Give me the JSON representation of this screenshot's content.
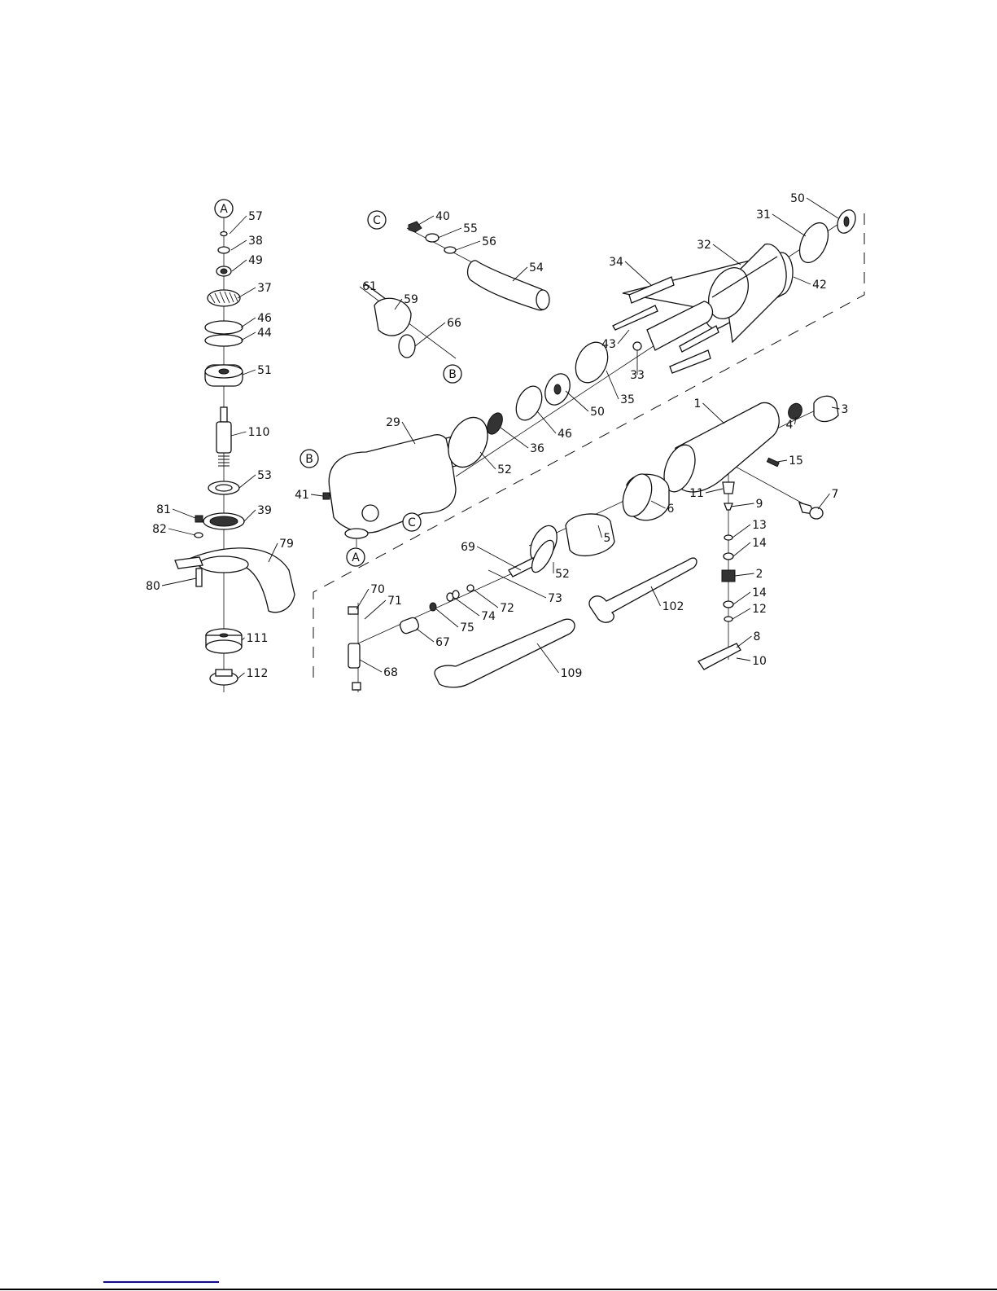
{
  "diagram": {
    "title": "Angle grinder exploded parts view",
    "callouts": [
      "A",
      "B",
      "C",
      "B",
      "C",
      "A"
    ],
    "labels": [
      "57",
      "38",
      "49",
      "37",
      "46",
      "44",
      "51",
      "110",
      "53",
      "39",
      "79",
      "81",
      "82",
      "80",
      "111",
      "112",
      "40",
      "55",
      "56",
      "54",
      "61",
      "59",
      "66",
      "50",
      "31",
      "32",
      "34",
      "42",
      "43",
      "33",
      "35",
      "50",
      "46",
      "36",
      "52",
      "29",
      "41",
      "1",
      "3",
      "4",
      "15",
      "7",
      "6",
      "5",
      "11",
      "9",
      "13",
      "14",
      "2",
      "14",
      "12",
      "8",
      "10",
      "102",
      "109",
      "69",
      "52",
      "73",
      "72",
      "74",
      "75",
      "67",
      "70",
      "71",
      "68"
    ]
  },
  "footer": {
    "link_color": "#0000ee"
  }
}
